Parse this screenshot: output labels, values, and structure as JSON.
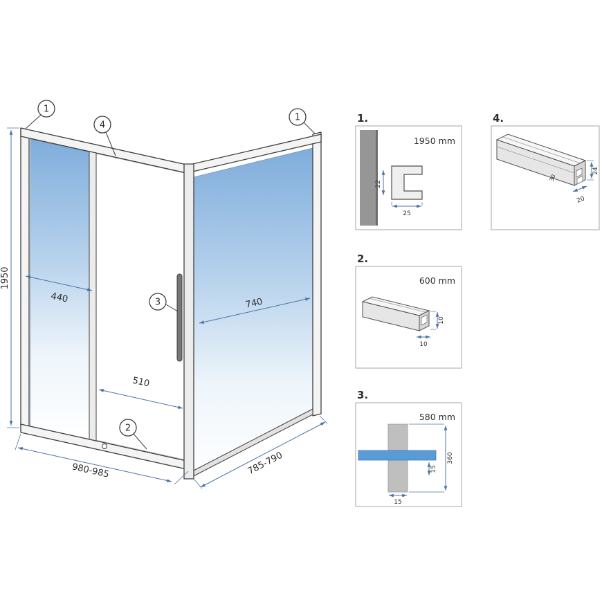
{
  "colors": {
    "dimension_blue": "#4a74a8",
    "frame_dark": "#3f3f3f",
    "glass_blue_top": "#7faddc",
    "glass_accent": "#5b9bd5",
    "wall_gray": "#969696"
  },
  "drawing": {
    "dims": {
      "height": "1950",
      "fixed_panel_width": "440",
      "side_panel_width": "740",
      "door_width": "510",
      "front_width": "980-985",
      "side_depth": "785-790"
    },
    "callouts": {
      "wall_profile_left": "1",
      "top_rail": "4",
      "wall_profile_right": "1",
      "handle": "3",
      "bottom_rail": "2"
    }
  },
  "details": {
    "d1": {
      "label": "1.",
      "length": "1950 mm",
      "dim_height": "22",
      "dim_width": "25"
    },
    "d4": {
      "label": "4.",
      "dim_height": "24",
      "dim_width": "20",
      "dim_inner": "30"
    },
    "d2": {
      "label": "2.",
      "length": "600 mm",
      "dim_height": "10",
      "dim_width": "10"
    },
    "d3": {
      "label": "3.",
      "length": "580 mm",
      "dim_length": "360",
      "dim_offset": "15",
      "dim_width": "15"
    }
  }
}
